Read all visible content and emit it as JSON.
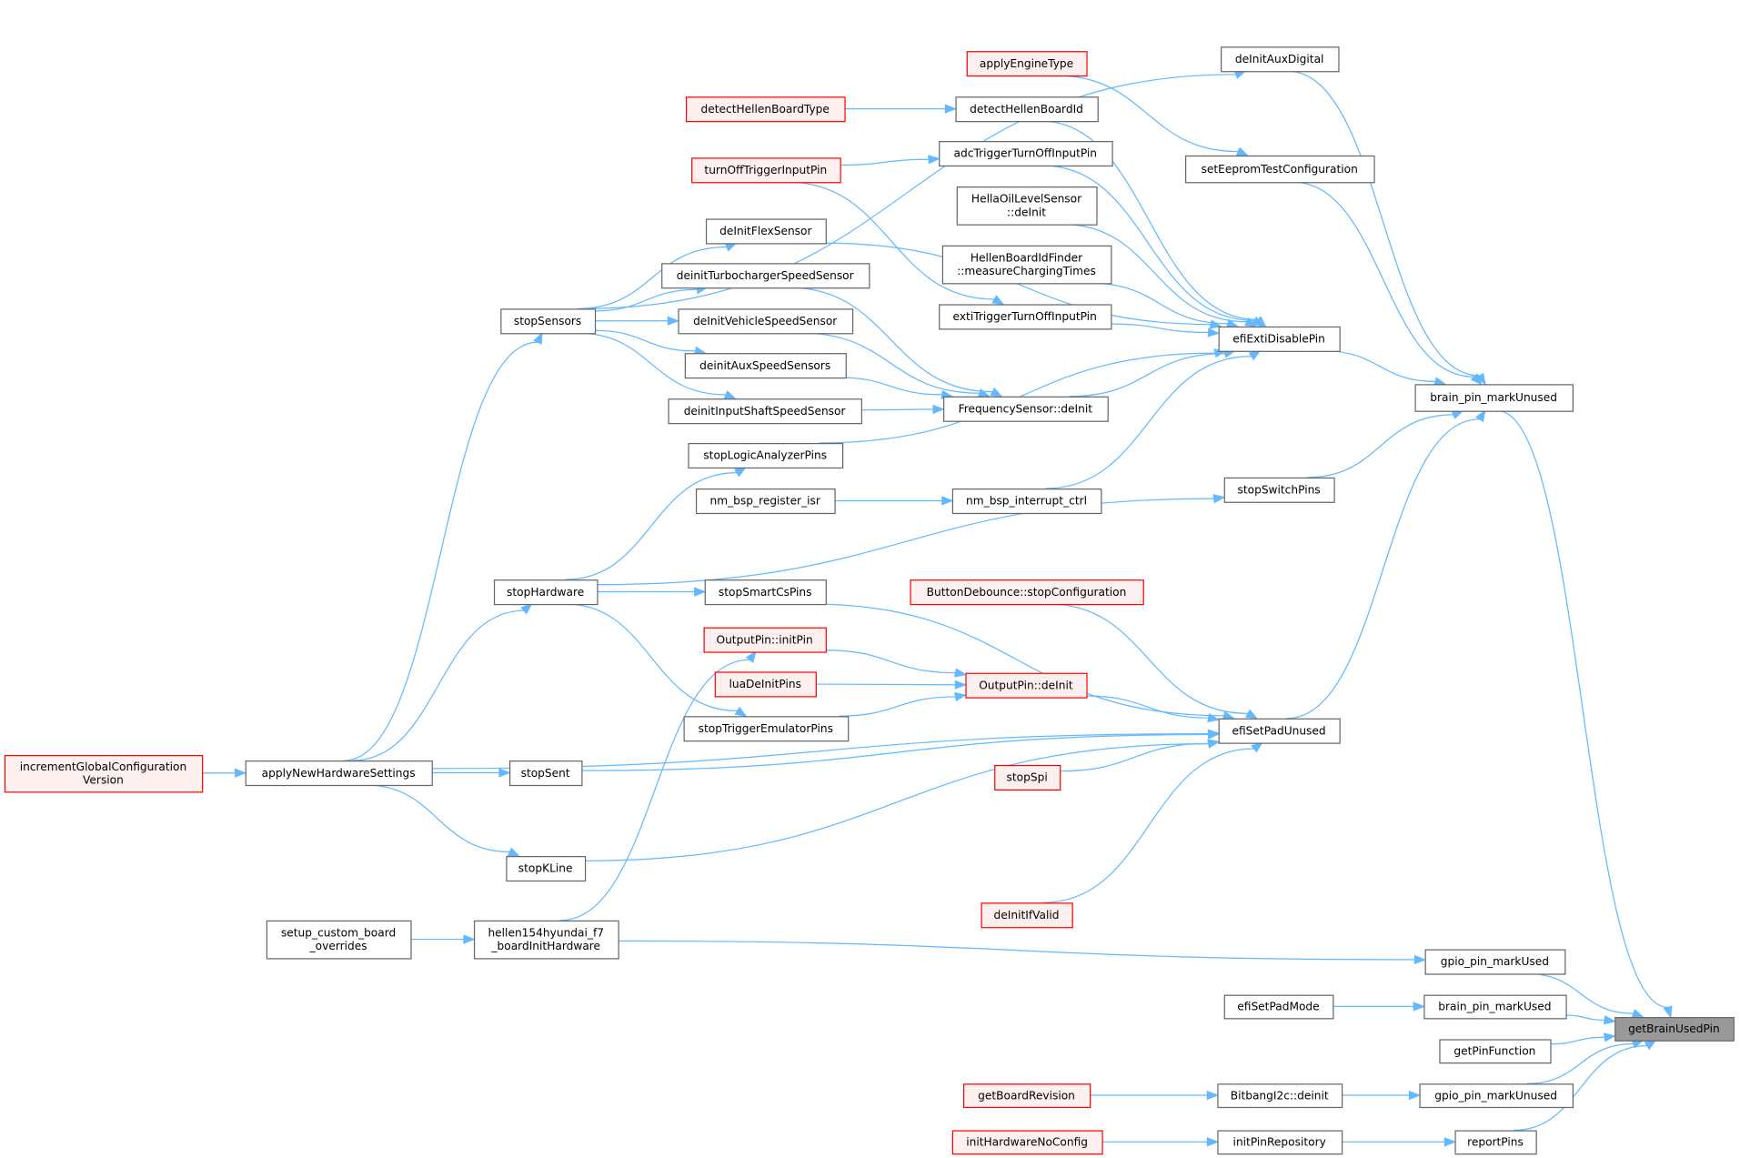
{
  "graph": {
    "colors": {
      "edge": "#63b8ff",
      "focus_fill": "#999999",
      "red_border": "#ff0000",
      "red_fill": "#fff0f0"
    },
    "nodes": [
      {
        "id": "getBrainUsedPin",
        "label": [
          "getBrainUsedPin"
        ],
        "style": "focus"
      },
      {
        "id": "gpio_pin_markUsed",
        "label": [
          "gpio_pin_markUsed"
        ],
        "style": "normal"
      },
      {
        "id": "brain_pin_markUsed",
        "label": [
          "brain_pin_markUsed"
        ],
        "style": "normal"
      },
      {
        "id": "getPinFunction",
        "label": [
          "getPinFunction"
        ],
        "style": "normal"
      },
      {
        "id": "gpio_pin_markUnused",
        "label": [
          "gpio_pin_markUnused"
        ],
        "style": "normal"
      },
      {
        "id": "reportPins",
        "label": [
          "reportPins"
        ],
        "style": "normal"
      },
      {
        "id": "brain_pin_markUnused",
        "label": [
          "brain_pin_markUnused"
        ],
        "style": "normal"
      },
      {
        "id": "efiExtiDisablePin",
        "label": [
          "efiExtiDisablePin"
        ],
        "style": "normal"
      },
      {
        "id": "efiSetPadUnused",
        "label": [
          "efiSetPadUnused"
        ],
        "style": "normal"
      },
      {
        "id": "stopSwitchPins",
        "label": [
          "stopSwitchPins"
        ],
        "style": "normal"
      },
      {
        "id": "setEepromTestConfiguration",
        "label": [
          "setEepromTestConfiguration"
        ],
        "style": "normal"
      },
      {
        "id": "deInitAuxDigital",
        "label": [
          "deInitAuxDigital"
        ],
        "style": "normal"
      },
      {
        "id": "efiSetPadMode",
        "label": [
          "efiSetPadMode"
        ],
        "style": "normal"
      },
      {
        "id": "BitbangI2c_deinit",
        "label": [
          "BitbangI2c::deinit"
        ],
        "style": "normal"
      },
      {
        "id": "initPinRepository",
        "label": [
          "initPinRepository"
        ],
        "style": "normal"
      },
      {
        "id": "getBoardRevision",
        "label": [
          "getBoardRevision"
        ],
        "style": "red"
      },
      {
        "id": "initHardwareNoConfig",
        "label": [
          "initHardwareNoConfig"
        ],
        "style": "red"
      },
      {
        "id": "deInitIfValid",
        "label": [
          "deInitIfValid"
        ],
        "style": "red"
      },
      {
        "id": "stopSpi",
        "label": [
          "stopSpi"
        ],
        "style": "red"
      },
      {
        "id": "ButtonDebounce_stopConfiguration",
        "label": [
          "ButtonDebounce::stopConfiguration"
        ],
        "style": "red"
      },
      {
        "id": "OutputPin_deInit",
        "label": [
          "OutputPin::deInit"
        ],
        "style": "red"
      },
      {
        "id": "nm_bsp_interrupt_ctrl",
        "label": [
          "nm_bsp_interrupt_ctrl"
        ],
        "style": "normal"
      },
      {
        "id": "FrequencySensor_deInit",
        "label": [
          "FrequencySensor::deInit"
        ],
        "style": "normal"
      },
      {
        "id": "extiTriggerTurnOffInputPin",
        "label": [
          "extiTriggerTurnOffInputPin"
        ],
        "style": "normal"
      },
      {
        "id": "HellenBoardIdFinder_measureChargingTimes",
        "label": [
          "HellenBoardIdFinder",
          "::measureChargingTimes"
        ],
        "style": "normal"
      },
      {
        "id": "HellaOilLevelSensor_deInit",
        "label": [
          "HellaOilLevelSensor",
          "::deInit"
        ],
        "style": "normal"
      },
      {
        "id": "adcTriggerTurnOffInputPin",
        "label": [
          "adcTriggerTurnOffInputPin"
        ],
        "style": "normal"
      },
      {
        "id": "detectHellenBoardId",
        "label": [
          "detectHellenBoardId"
        ],
        "style": "normal"
      },
      {
        "id": "applyEngineType",
        "label": [
          "applyEngineType"
        ],
        "style": "red"
      },
      {
        "id": "detectHellenBoardType",
        "label": [
          "detectHellenBoardType"
        ],
        "style": "red"
      },
      {
        "id": "turnOffTriggerInputPin",
        "label": [
          "turnOffTriggerInputPin"
        ],
        "style": "red"
      },
      {
        "id": "deInitFlexSensor",
        "label": [
          "deInitFlexSensor"
        ],
        "style": "normal"
      },
      {
        "id": "deinitTurbochargerSpeedSensor",
        "label": [
          "deinitTurbochargerSpeedSensor"
        ],
        "style": "normal"
      },
      {
        "id": "deInitVehicleSpeedSensor",
        "label": [
          "deInitVehicleSpeedSensor"
        ],
        "style": "normal"
      },
      {
        "id": "deinitAuxSpeedSensors",
        "label": [
          "deinitAuxSpeedSensors"
        ],
        "style": "normal"
      },
      {
        "id": "deinitInputShaftSpeedSensor",
        "label": [
          "deinitInputShaftSpeedSensor"
        ],
        "style": "normal"
      },
      {
        "id": "stopLogicAnalyzerPins",
        "label": [
          "stopLogicAnalyzerPins"
        ],
        "style": "normal"
      },
      {
        "id": "nm_bsp_register_isr",
        "label": [
          "nm_bsp_register_isr"
        ],
        "style": "normal"
      },
      {
        "id": "stopSmartCsPins",
        "label": [
          "stopSmartCsPins"
        ],
        "style": "normal"
      },
      {
        "id": "OutputPin_initPin",
        "label": [
          "OutputPin::initPin"
        ],
        "style": "red"
      },
      {
        "id": "luaDeInitPins",
        "label": [
          "luaDeInitPins"
        ],
        "style": "red"
      },
      {
        "id": "stopTriggerEmulatorPins",
        "label": [
          "stopTriggerEmulatorPins"
        ],
        "style": "normal"
      },
      {
        "id": "stopSensors",
        "label": [
          "stopSensors"
        ],
        "style": "normal"
      },
      {
        "id": "stopHardware",
        "label": [
          "stopHardware"
        ],
        "style": "normal"
      },
      {
        "id": "applyNewHardwareSettings",
        "label": [
          "applyNewHardwareSettings"
        ],
        "style": "normal"
      },
      {
        "id": "stopSent",
        "label": [
          "stopSent"
        ],
        "style": "normal"
      },
      {
        "id": "stopKLine",
        "label": [
          "stopKLine"
        ],
        "style": "normal"
      },
      {
        "id": "hellen154hyundai_f7_boardInitHardware",
        "label": [
          "hellen154hyundai_f7",
          "_boardInitHardware"
        ],
        "style": "normal"
      },
      {
        "id": "setup_custom_board_overrides",
        "label": [
          "setup_custom_board",
          "_overrides"
        ],
        "style": "normal"
      },
      {
        "id": "incrementGlobalConfigurationVersion",
        "label": [
          "incrementGlobalConfiguration",
          "Version"
        ],
        "style": "red"
      }
    ],
    "edges": [
      [
        "gpio_pin_markUsed",
        "getBrainUsedPin"
      ],
      [
        "brain_pin_markUsed",
        "getBrainUsedPin"
      ],
      [
        "getPinFunction",
        "getBrainUsedPin"
      ],
      [
        "gpio_pin_markUnused",
        "getBrainUsedPin"
      ],
      [
        "reportPins",
        "getBrainUsedPin"
      ],
      [
        "brain_pin_markUnused",
        "getBrainUsedPin"
      ],
      [
        "efiExtiDisablePin",
        "brain_pin_markUnused"
      ],
      [
        "efiSetPadUnused",
        "brain_pin_markUnused"
      ],
      [
        "stopSwitchPins",
        "brain_pin_markUnused"
      ],
      [
        "setEepromTestConfiguration",
        "brain_pin_markUnused"
      ],
      [
        "deInitAuxDigital",
        "brain_pin_markUnused"
      ],
      [
        "hellen154hyundai_f7_boardInitHardware",
        "gpio_pin_markUsed"
      ],
      [
        "efiSetPadMode",
        "brain_pin_markUsed"
      ],
      [
        "BitbangI2c_deinit",
        "gpio_pin_markUnused"
      ],
      [
        "initPinRepository",
        "reportPins"
      ],
      [
        "getBoardRevision",
        "BitbangI2c_deinit"
      ],
      [
        "initHardwareNoConfig",
        "initPinRepository"
      ],
      [
        "applyEngineType",
        "setEepromTestConfiguration"
      ],
      [
        "stopSensors",
        "deInitAuxDigital"
      ],
      [
        "detectHellenBoardId",
        "efiExtiDisablePin"
      ],
      [
        "adcTriggerTurnOffInputPin",
        "efiExtiDisablePin"
      ],
      [
        "HellaOilLevelSensor_deInit",
        "efiExtiDisablePin"
      ],
      [
        "HellenBoardIdFinder_measureChargingTimes",
        "efiExtiDisablePin"
      ],
      [
        "extiTriggerTurnOffInputPin",
        "efiExtiDisablePin"
      ],
      [
        "FrequencySensor_deInit",
        "efiExtiDisablePin"
      ],
      [
        "nm_bsp_interrupt_ctrl",
        "efiExtiDisablePin"
      ],
      [
        "stopLogicAnalyzerPins",
        "efiExtiDisablePin"
      ],
      [
        "deInitFlexSensor",
        "efiExtiDisablePin"
      ],
      [
        "stopHardware",
        "stopSwitchPins"
      ],
      [
        "detectHellenBoardType",
        "detectHellenBoardId"
      ],
      [
        "turnOffTriggerInputPin",
        "adcTriggerTurnOffInputPin"
      ],
      [
        "turnOffTriggerInputPin",
        "extiTriggerTurnOffInputPin"
      ],
      [
        "deinitTurbochargerSpeedSensor",
        "FrequencySensor_deInit"
      ],
      [
        "deInitVehicleSpeedSensor",
        "FrequencySensor_deInit"
      ],
      [
        "deinitAuxSpeedSensors",
        "FrequencySensor_deInit"
      ],
      [
        "deinitInputShaftSpeedSensor",
        "FrequencySensor_deInit"
      ],
      [
        "nm_bsp_register_isr",
        "nm_bsp_interrupt_ctrl"
      ],
      [
        "stopSmartCsPins",
        "efiSetPadUnused"
      ],
      [
        "ButtonDebounce_stopConfiguration",
        "efiSetPadUnused"
      ],
      [
        "OutputPin_deInit",
        "efiSetPadUnused"
      ],
      [
        "stopSent",
        "efiSetPadUnused"
      ],
      [
        "stopSpi",
        "efiSetPadUnused"
      ],
      [
        "applyNewHardwareSettings",
        "efiSetPadUnused"
      ],
      [
        "stopKLine",
        "efiSetPadUnused"
      ],
      [
        "deInitIfValid",
        "efiSetPadUnused"
      ],
      [
        "OutputPin_initPin",
        "OutputPin_deInit"
      ],
      [
        "luaDeInitPins",
        "OutputPin_deInit"
      ],
      [
        "stopTriggerEmulatorPins",
        "OutputPin_deInit"
      ],
      [
        "hellen154hyundai_f7_boardInitHardware",
        "OutputPin_initPin"
      ],
      [
        "stopSensors",
        "deInitFlexSensor"
      ],
      [
        "stopSensors",
        "deinitTurbochargerSpeedSensor"
      ],
      [
        "stopSensors",
        "deInitVehicleSpeedSensor"
      ],
      [
        "stopSensors",
        "deinitAuxSpeedSensors"
      ],
      [
        "stopSensors",
        "deinitInputShaftSpeedSensor"
      ],
      [
        "stopHardware",
        "stopLogicAnalyzerPins"
      ],
      [
        "stopHardware",
        "stopSmartCsPins"
      ],
      [
        "stopHardware",
        "stopTriggerEmulatorPins"
      ],
      [
        "applyNewHardwareSettings",
        "stopSensors"
      ],
      [
        "applyNewHardwareSettings",
        "stopHardware"
      ],
      [
        "applyNewHardwareSettings",
        "stopSent"
      ],
      [
        "applyNewHardwareSettings",
        "stopKLine"
      ],
      [
        "incrementGlobalConfigurationVersion",
        "applyNewHardwareSettings"
      ],
      [
        "setup_custom_board_overrides",
        "hellen154hyundai_f7_boardInitHardware"
      ]
    ]
  }
}
